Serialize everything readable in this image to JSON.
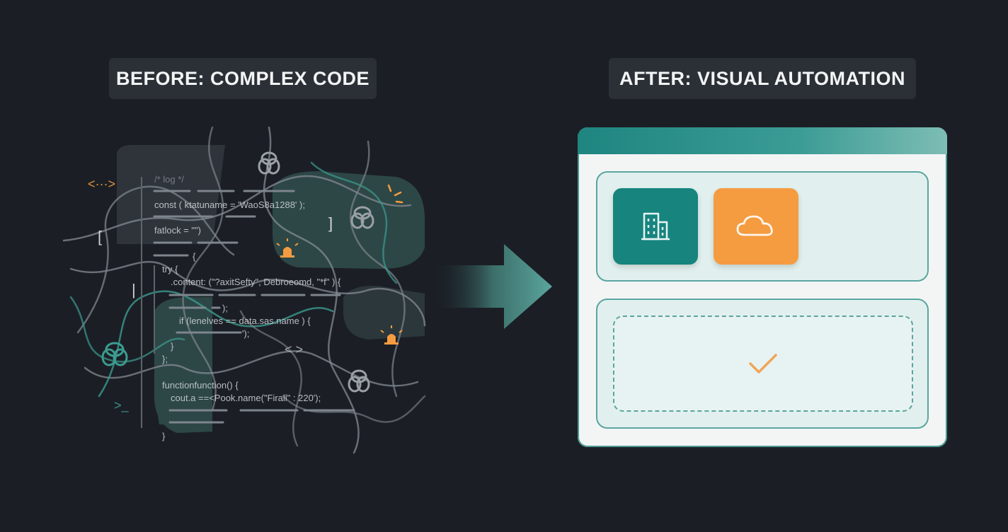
{
  "before": {
    "label": "BEFORE: COMPLEX CODE",
    "code_lines": [
      "/* log */",
      "const ( ktatuname = 'WaoS8a1288' );",
      "fatlock = \"\")",
      "{",
      "try {",
      ".content: (\"?axitSefty\", Debroeomd, \"*f\" ) {",
      ");",
      "if (lenelves == data.sas.name ) {",
      "');",
      "}",
      "};",
      "functionfunction() {",
      "cout.a ==<Pook.name(\"Firall\" : 220');",
      "}"
    ],
    "glyphs": {
      "tag_arrows": "<···>",
      "angle_tag": "< >",
      "terminal": ">_",
      "bracket_left": "[",
      "bracket_right": "]",
      "pipe": "|"
    }
  },
  "after": {
    "label": "AFTER: VISUAL AUTOMATION",
    "tiles": [
      {
        "name": "building-icon",
        "color": "#17847e"
      },
      {
        "name": "cloud-icon",
        "color": "#f59c41"
      }
    ]
  },
  "colors": {
    "background": "#1b1f25",
    "teal": "#17847e",
    "orange": "#f59c41",
    "panel": "#f3f5f5"
  }
}
